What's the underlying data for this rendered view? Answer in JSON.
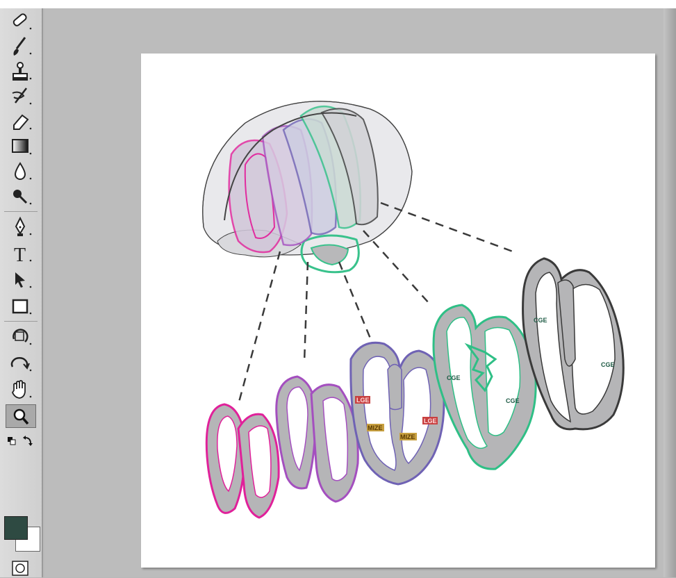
{
  "toolbar": {
    "tools": [
      {
        "name": "spot-healing-brush-icon"
      },
      {
        "name": "brush-icon"
      },
      {
        "name": "clone-stamp-icon"
      },
      {
        "name": "history-brush-icon"
      },
      {
        "name": "eraser-icon"
      },
      {
        "name": "gradient-icon"
      },
      {
        "name": "blur-icon"
      },
      {
        "name": "dodge-icon"
      },
      {
        "name": "pen-icon"
      },
      {
        "name": "type-icon",
        "glyph": "T"
      },
      {
        "name": "path-selection-icon"
      },
      {
        "name": "rectangle-icon"
      },
      {
        "name": "3d-rotate-icon"
      },
      {
        "name": "3d-orbit-icon"
      },
      {
        "name": "hand-icon"
      },
      {
        "name": "zoom-icon"
      }
    ],
    "foreground_color": "#2e4a42",
    "background_color": "#ffffff"
  },
  "canvas": {
    "background": "#ffffff",
    "slice_colors": {
      "magenta": "#e0219a",
      "purple": "#a44fbf",
      "violet": "#6f62b4",
      "green": "#2fbf86",
      "dark": "#3a3a3a",
      "fill": "#b5b5b7"
    },
    "labels": {
      "violet_left_red": "LGE",
      "violet_left_yellow": "MIZE",
      "violet_right_yellow": "MIZE",
      "violet_right_red": "LGE",
      "green_left": "CGE",
      "green_right": "CGE",
      "dark_left": "CGE",
      "dark_right": "CGE"
    }
  }
}
